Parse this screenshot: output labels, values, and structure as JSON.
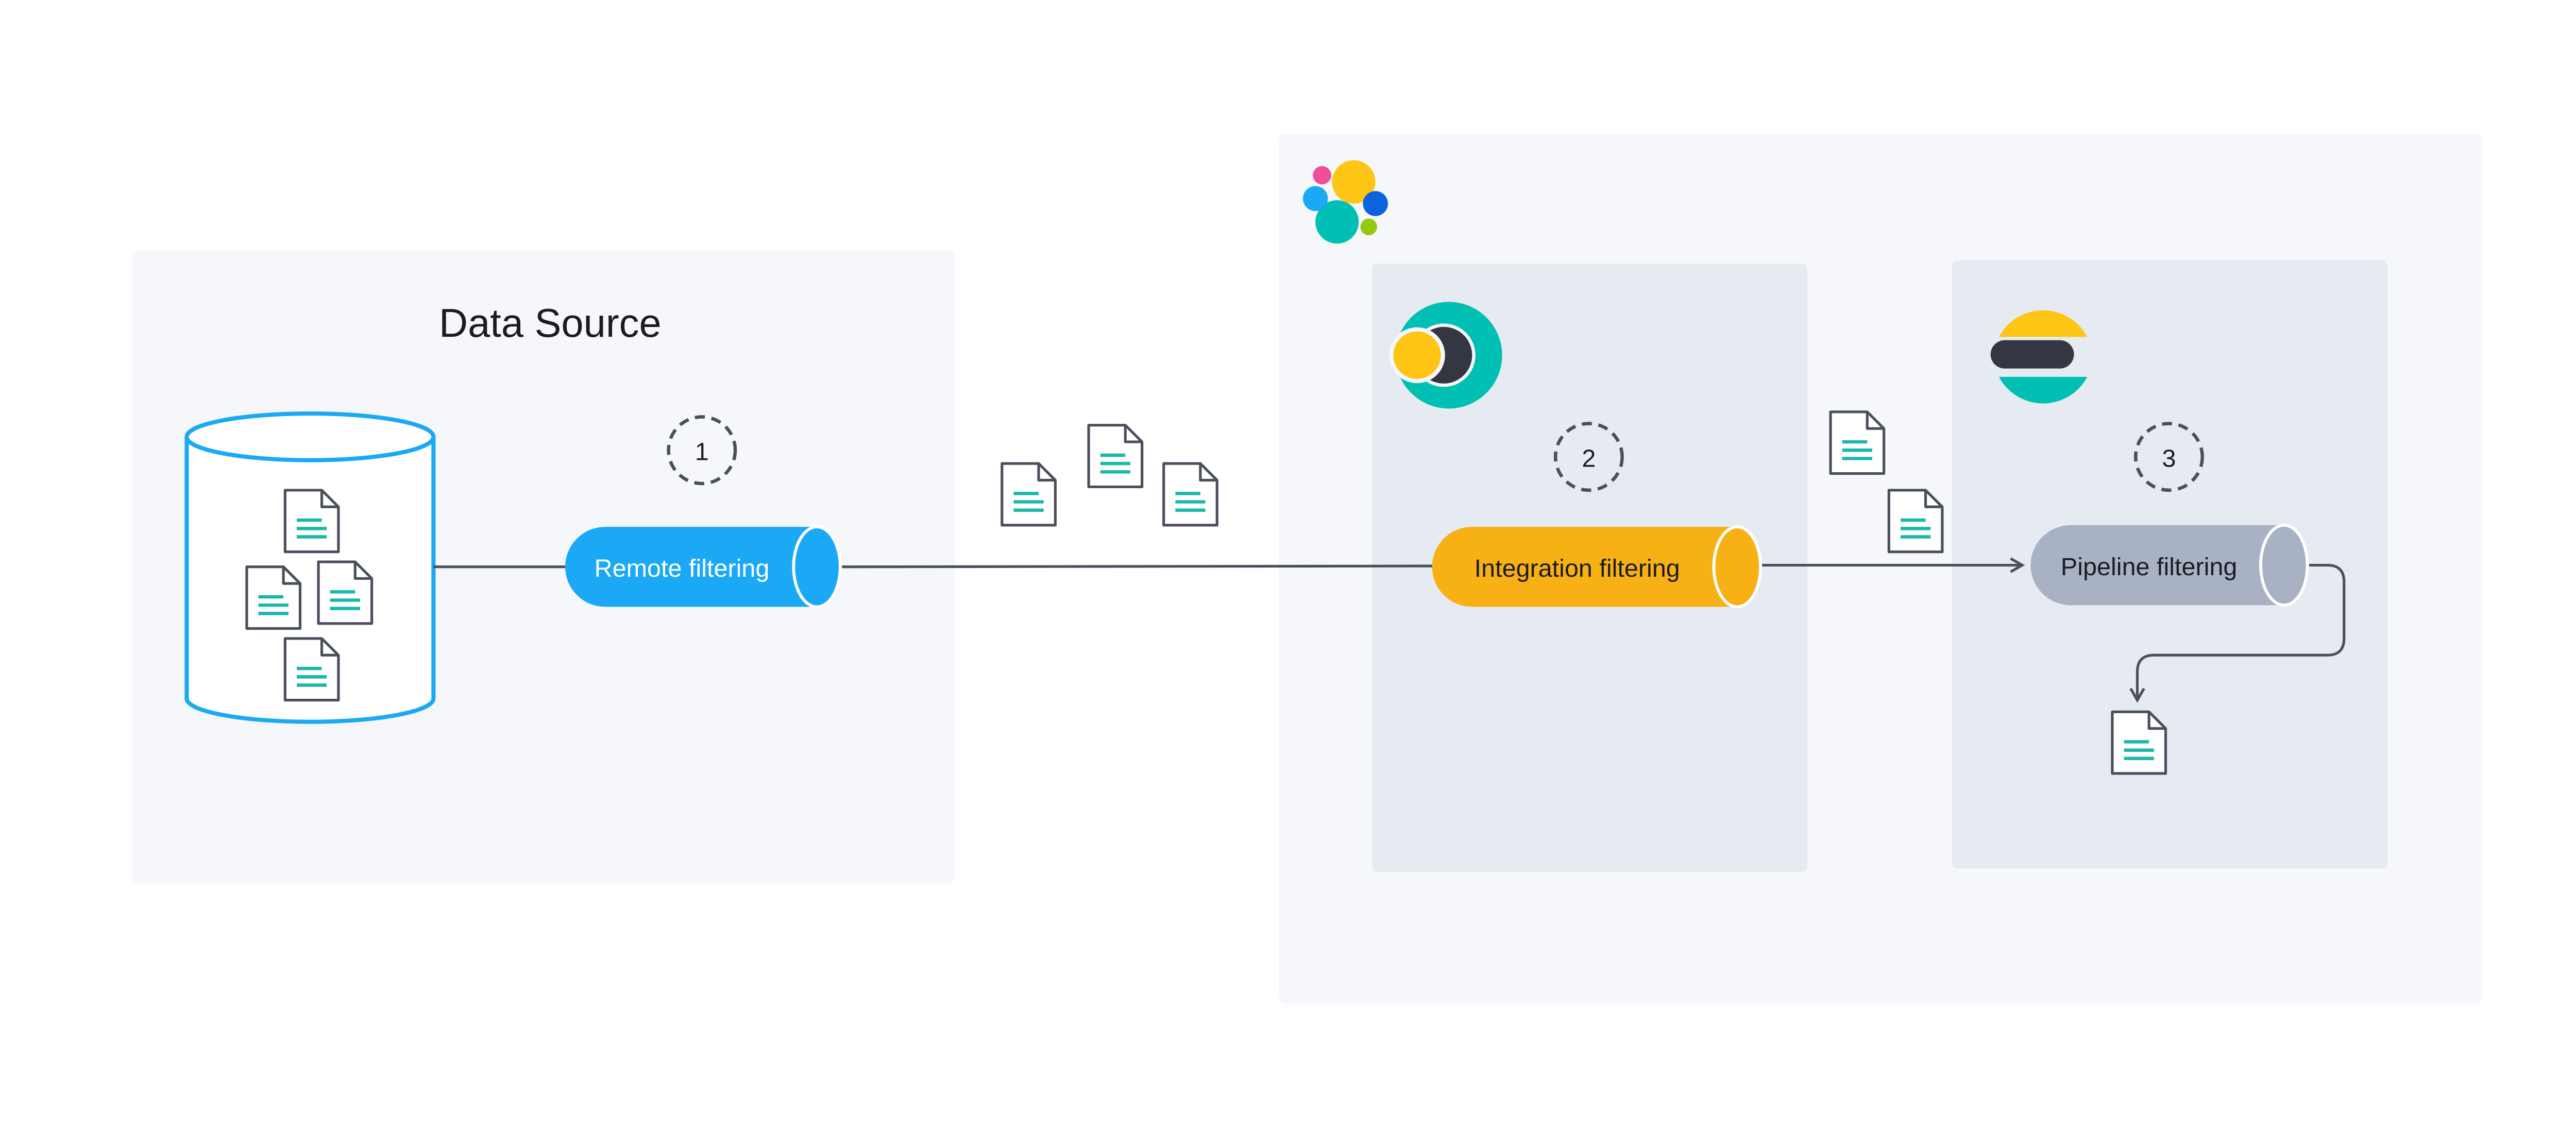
{
  "data_source": {
    "title": "Data Source"
  },
  "stages": [
    {
      "number": "1",
      "label": "Remote filtering"
    },
    {
      "number": "2",
      "label": "Integration filtering"
    },
    {
      "number": "3",
      "label": "Pipeline filtering"
    }
  ],
  "icons": {
    "elastic_logo": "elastic-cluster-logo-icon",
    "integration_logo": "elastic-agent-logo-icon",
    "pipeline_logo": "elasticsearch-logo-icon",
    "database": "database-icon",
    "document": "document-icon"
  },
  "colors": {
    "panel_light": "#f5f7fa",
    "panel_inner": "#e6eaf1",
    "remote_blue": "#1ba9f5",
    "integration_orange": "#f8b114",
    "pipeline_gray": "#a8b2c4",
    "connector": "#4a4f5c",
    "doc_lines": "#1cb7ac",
    "logo_teal": "#00bfb3",
    "logo_yellow": "#fec514",
    "logo_dark": "#343741",
    "logo_pink": "#f04e98",
    "logo_blue": "#1ba9f5",
    "logo_darkblue": "#0b64dd",
    "logo_green": "#93c90e"
  }
}
